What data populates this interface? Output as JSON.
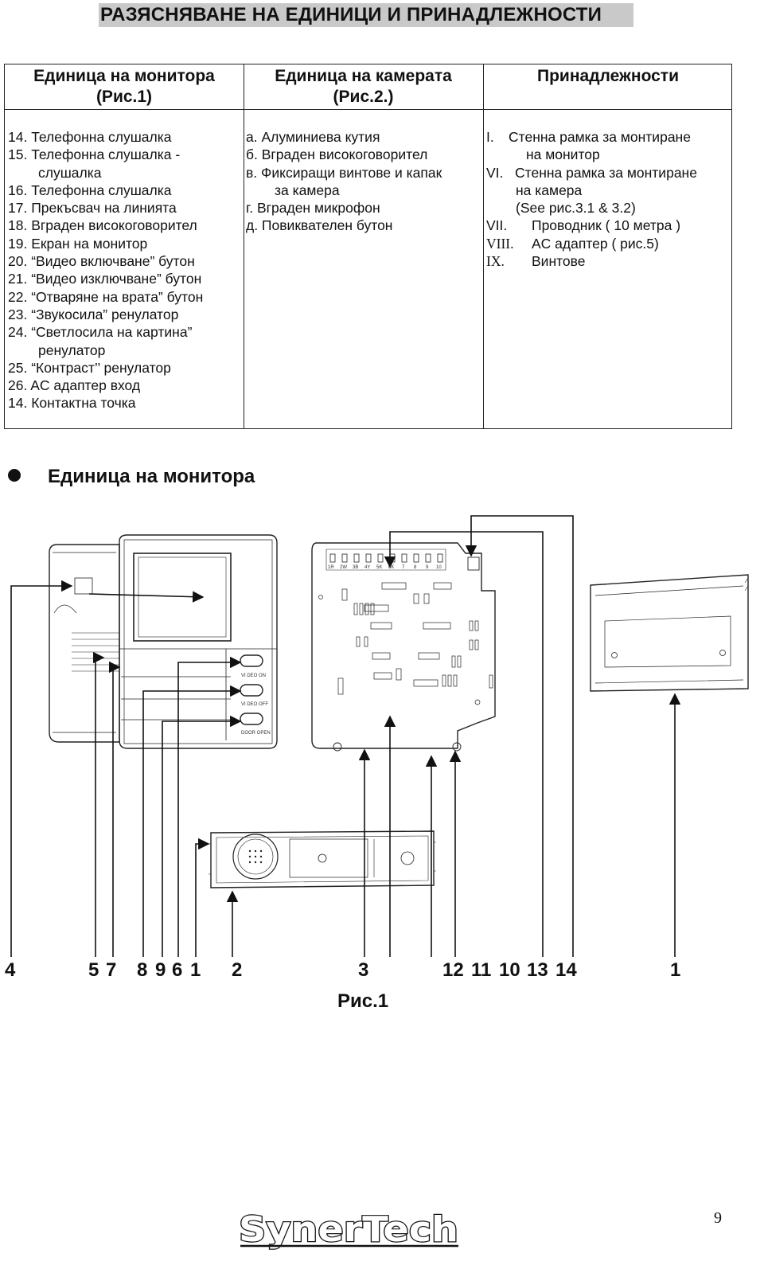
{
  "page_title": "РАЗЯСНЯВАНЕ НА ЕДИНИЦИ И ПРИНАДЛЕЖНОСТИ",
  "table": {
    "columns": [
      {
        "heading_line1": "Единица на монитора",
        "heading_line2": "(Рис.1)",
        "items": [
          "14.  Телефонна слушалка",
          "15.  Телефонна слушалка -",
          "слушалка",
          "16.  Телефонна слушалка",
          "17.  Прекъсвач на линията",
          "18.  Вграден високоговорител",
          "19.  Екран на монитор",
          "20.  “Видео включване” бутон",
          "21.  “Видео изключване” бутон",
          "22.  “Отваряне на врата” бутон",
          "23.  “Звукосила” ренулатор",
          "24.  “Светлосила на картина”",
          "ренулатор",
          "25.  “Контраст’’ ренулатор",
          "26.  AC адаптер вход",
          "14. Контактна точка"
        ]
      },
      {
        "heading_line1": "Единица на камерата",
        "heading_line2": "(Рис.2.)",
        "items": [
          "а. Алуминиева кутия",
          "б. Вграден високоговорител",
          "в. Фиксиращи винтове и капак",
          "за камера",
          "г. Вграден микрофон",
          "д. Повиквателен бутон"
        ]
      },
      {
        "heading_line1": "Принадлежности",
        "items": [
          {
            "num": "I.",
            "text": "Стенна рамка за монтиране"
          },
          {
            "num": "",
            "text": "на монитор"
          },
          {
            "num": "VI.",
            "text": "Стенна рамка за монтиране"
          },
          {
            "num": "",
            "text": "на камера"
          },
          {
            "num": "",
            "text": "(See рис.3.1 & 3.2)"
          },
          {
            "num": "VII.",
            "text": "Проводник ( 10 метра )"
          },
          {
            "num": "VIII.",
            "text": "AC адаптер ( рис.5)"
          },
          {
            "num": "IX.",
            "text": "Винтове"
          }
        ]
      }
    ]
  },
  "section_heading": "Единица на монитора",
  "diagram": {
    "button_labels": [
      "VI DEO ON",
      "VI DEO OFF",
      "DOOR OPEN"
    ],
    "terminal_labels": [
      "1R",
      "2W",
      "3B",
      "4Y",
      "5K",
      "6K",
      "7",
      "8",
      "9",
      "10"
    ]
  },
  "callout_numbers": [
    "4",
    "5",
    "7",
    "8",
    "9",
    "6",
    "1",
    "2",
    "3",
    "12",
    "11",
    "10",
    "13",
    "14",
    "1"
  ],
  "figure_caption": "Рис.1",
  "logo_text": "SynerTech",
  "page_number": "9"
}
